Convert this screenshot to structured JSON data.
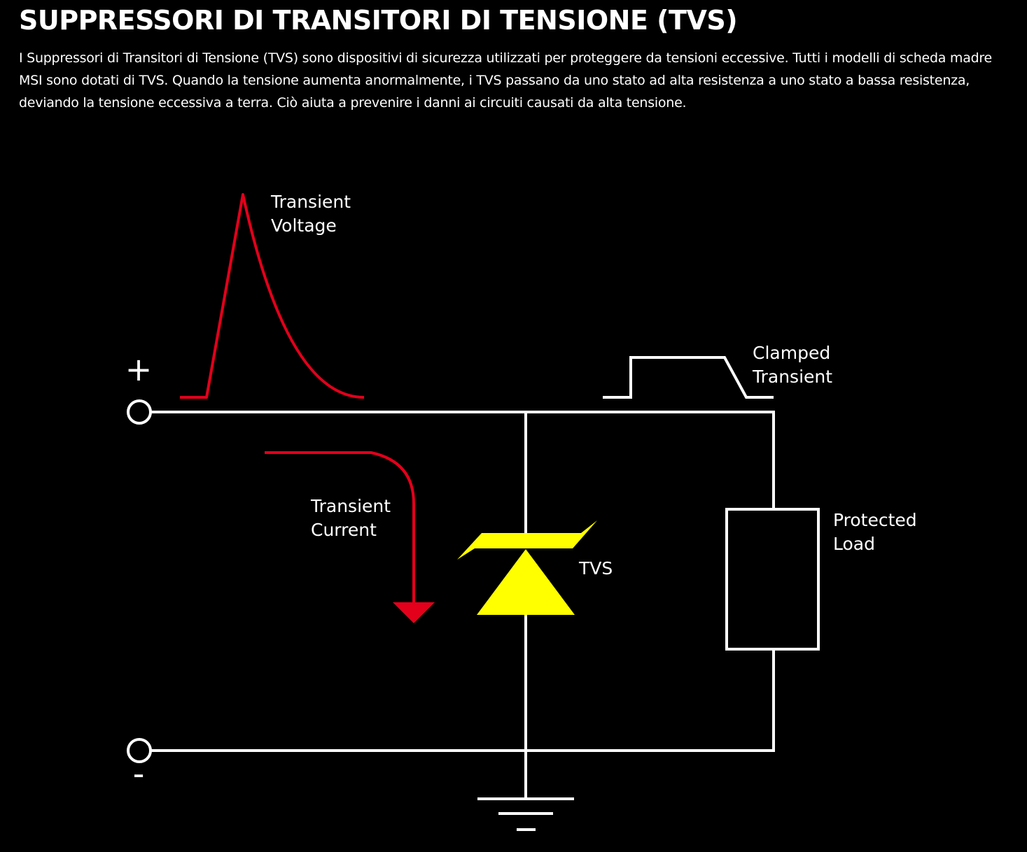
{
  "title": "SUPPRESSORI DI TRANSITORI DI TENSIONE (TVS)",
  "description": "I Suppressori di Transitori di Tensione (TVS) sono dispositivi di sicurezza utilizzati per proteggere da tensioni eccessive. Tutti i modelli di scheda madre MSI sono dotati di TVS. Quando la tensione aumenta anormalmente, i TVS passano da uno stato ad alta resistenza a uno stato a bassa resistenza, deviando la tensione eccessiva a terra. Ciò aiuta a prevenire i danni ai circuiti causati da alta tensione.",
  "diagram": {
    "transient_voltage": [
      "Transient",
      "Voltage"
    ],
    "clamped_transient": [
      "Clamped",
      "Transient"
    ],
    "transient_current": [
      "Transient",
      "Current"
    ],
    "tvs": "TVS",
    "protected_load": [
      "Protected",
      "Load"
    ],
    "plus": "+",
    "minus": "-",
    "colors": {
      "background": "#000000",
      "wire": "#ffffff",
      "transient": "#e3001b",
      "tvs": "#ffff00"
    },
    "icons": [
      "terminal-circle-icon",
      "tvs-diode-icon",
      "ground-icon",
      "arrow-down-icon"
    ]
  }
}
